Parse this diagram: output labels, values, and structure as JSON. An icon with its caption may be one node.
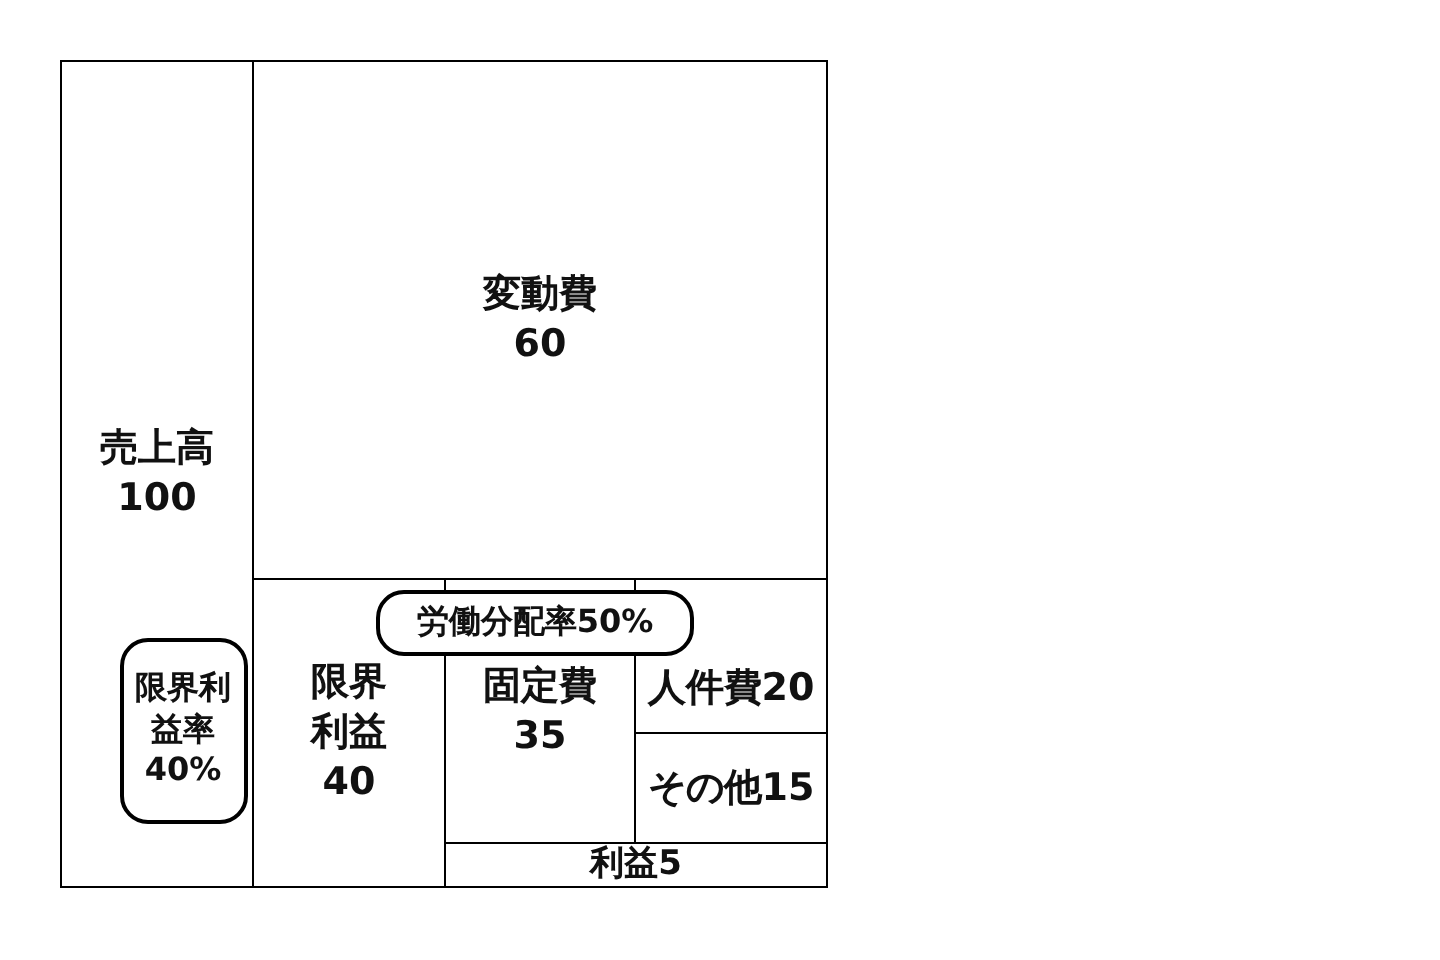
{
  "diagram": {
    "nodes": [
      {
        "text": [
          "売上高",
          "100"
        ]
      },
      {
        "text": [
          "変動費",
          "60"
        ]
      },
      {
        "text": [
          "限界利益",
          "40"
        ]
      },
      {
        "text": [
          "固定費",
          "35"
        ]
      },
      {
        "text": [
          "人件費20"
        ]
      },
      {
        "text": [
          "その他15"
        ]
      },
      {
        "text": [
          "利益5"
        ]
      },
      {
        "text": [
          "労働分配率50%"
        ]
      },
      {
        "text": [
          "限界利益率",
          "40%"
        ],
        "in": 0
      }
    ]
  }
}
